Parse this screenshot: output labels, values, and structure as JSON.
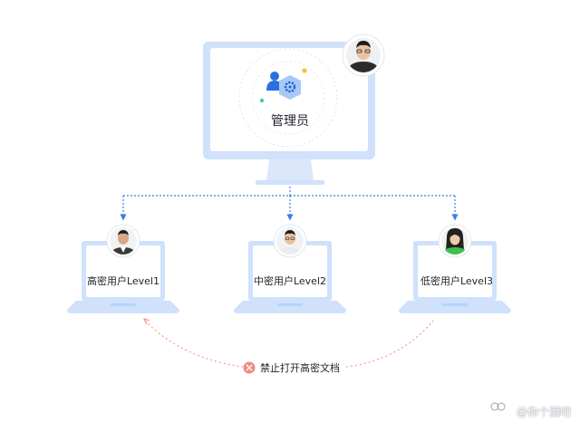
{
  "admin": {
    "label": "管理员"
  },
  "users": [
    {
      "label": "高密用户Level1"
    },
    {
      "label": "中密用户Level2"
    },
    {
      "label": "低密用户Level3"
    }
  ],
  "restriction": {
    "label": "禁止打开高密文档"
  },
  "watermark": {
    "text": "@你个瀰吧"
  },
  "colors": {
    "device": "#cfe1fb",
    "device_light": "#e6f0fd",
    "connector": "#3c7ee8",
    "deny": "#f08a80",
    "accent_blue": "#2b6fe0",
    "accent_yellow": "#f4c430",
    "accent_green": "#4cd08a"
  }
}
